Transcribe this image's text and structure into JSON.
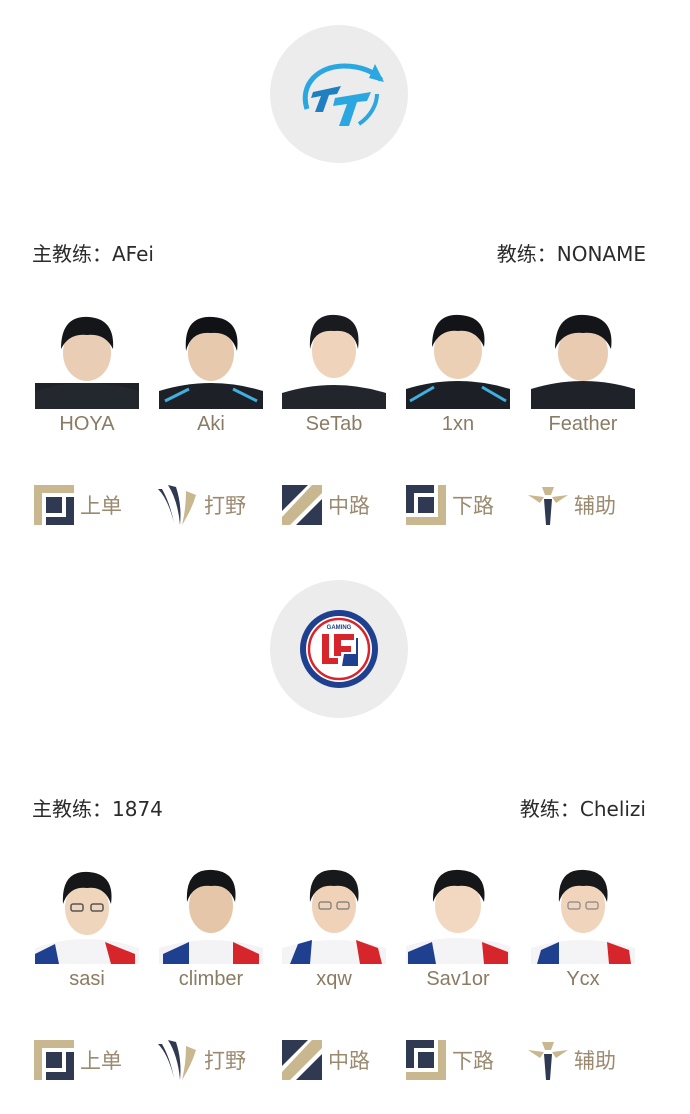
{
  "teams": [
    {
      "head_coach": "主教练：AFei",
      "coach": "教练：NONAME",
      "jersey": "dark",
      "players": [
        {
          "name": "HOYA",
          "role": "top"
        },
        {
          "name": "Aki",
          "role": "jungle"
        },
        {
          "name": "SeTab",
          "role": "mid"
        },
        {
          "name": "1xn",
          "role": "bot"
        },
        {
          "name": "Feather",
          "role": "support"
        }
      ],
      "roles": [
        "上单",
        "打野",
        "中路",
        "下路",
        "辅助"
      ]
    },
    {
      "head_coach": "主教练：1874",
      "coach": "教练：Chelizi",
      "jersey": "light",
      "players": [
        {
          "name": "sasi",
          "role": "top"
        },
        {
          "name": "climber",
          "role": "jungle"
        },
        {
          "name": "xqw",
          "role": "mid"
        },
        {
          "name": "Sav1or",
          "role": "bot"
        },
        {
          "name": "Ycx",
          "role": "support"
        }
      ],
      "roles": [
        "上单",
        "打野",
        "中路",
        "下路",
        "辅助"
      ]
    }
  ],
  "logos": {
    "team1": "tt-logo",
    "team2_text": "GAMING"
  },
  "colors": {
    "role_gold": "#c9b78f",
    "role_navy": "#2f3a52",
    "name_text": "#8a7c64",
    "tt_blue": "#2aa7e0",
    "lgd_red": "#d6262c",
    "lgd_blue": "#1f3f8f"
  }
}
